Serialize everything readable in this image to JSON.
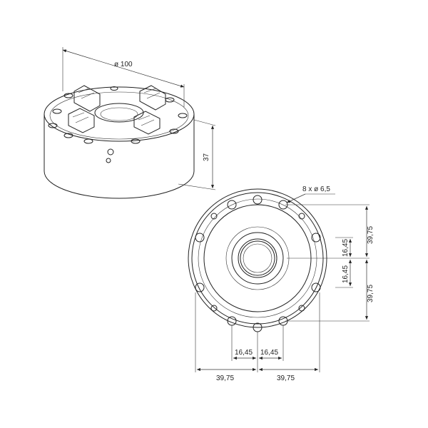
{
  "labels": {
    "diameter": "ø 100",
    "height": "37",
    "holes": "8 x ø 6,5",
    "dim_top_right": "39,75",
    "dim_inner_top": "16,45",
    "dim_inner_bottom": "16,45",
    "dim_bottom_right": "39,75",
    "dim_inner_left": "16,45",
    "dim_inner_right": "16,45",
    "dim_outer_left": "39,75",
    "dim_outer_right": "39,75"
  }
}
